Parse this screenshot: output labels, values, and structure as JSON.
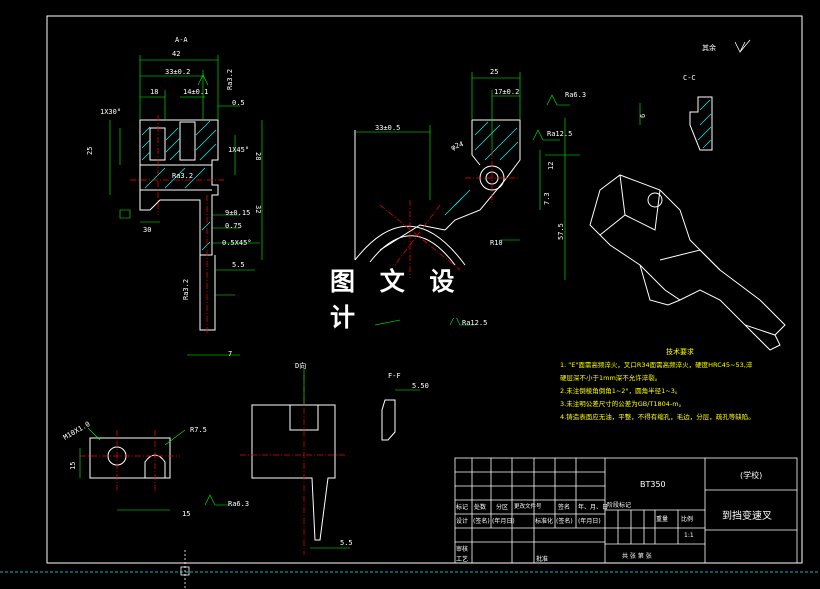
{
  "watermark": "图 文 设 计",
  "section_labels": {
    "aa": "A-A",
    "cc": "C-C",
    "dd": "D向",
    "ff": "F-F"
  },
  "dims": {
    "d42": "42",
    "d33": "33±0.2",
    "d18": "18",
    "d14": "14±0.1",
    "d05": "0.5",
    "d1x30": "1X30°",
    "d25l": "25",
    "d28": "28",
    "d1x45": "1X45°",
    "d32": "32",
    "d30": "30",
    "d9": "9±0.15",
    "d075": "0.75",
    "d05x45": "0.5X45°",
    "d55a": "5.5",
    "d7": "7",
    "ra32a": "Ra3.2",
    "ra32b": "Ra3.2",
    "ra32c": "Ra3.2",
    "d25r": "25",
    "d17": "17±0.2",
    "ra63a": "Ra6.3",
    "ra125": "Ra12.5",
    "d33r": "33±0.5",
    "d24": "φ24",
    "d12": "12",
    "d73": "7.3",
    "d575": "57.5",
    "r10": "R10",
    "d550": "5.50",
    "d55b": "5.5",
    "d15": "15",
    "ra63b": "Ra6.3",
    "r75": "R7.5",
    "m10": "M10X1.0",
    "d6": "6",
    "ra": "Ra12.5"
  },
  "roughness_top": "其余",
  "notes": {
    "title": "技术要求",
    "items": [
      "1. \"E\"面需高频淬火，叉口R34面需高频淬火，硬度HRC45~53,淬",
      "硬层深不小于1mm深不允许淬裂。",
      "2.未注倒棱角倒角1~2°，圆角半径1~3。",
      "3.未注明公差尺寸的公差为GB/T1804-m。",
      "4.铸造表面应无油，平整，不得有缩孔，毛边，分层，疏孔等缺陷。"
    ]
  },
  "title_block": {
    "code": "BT350",
    "school": "(学校)",
    "part_name": "到挡变速叉",
    "headers": [
      "标记",
      "处数",
      "分区",
      "更改文件号",
      "签名",
      "年、月、日"
    ],
    "row2": [
      "设计",
      "(签名)",
      "(年月日)",
      "标准化",
      "(签名)",
      "(年月日)"
    ],
    "labels": {
      "stage": "阶段标记",
      "weight": "重量",
      "scale": "比例",
      "scale_val": "1:1",
      "review": "审核",
      "craft": "工艺",
      "approve": "批准",
      "sheets": "共  张  第  张"
    }
  }
}
